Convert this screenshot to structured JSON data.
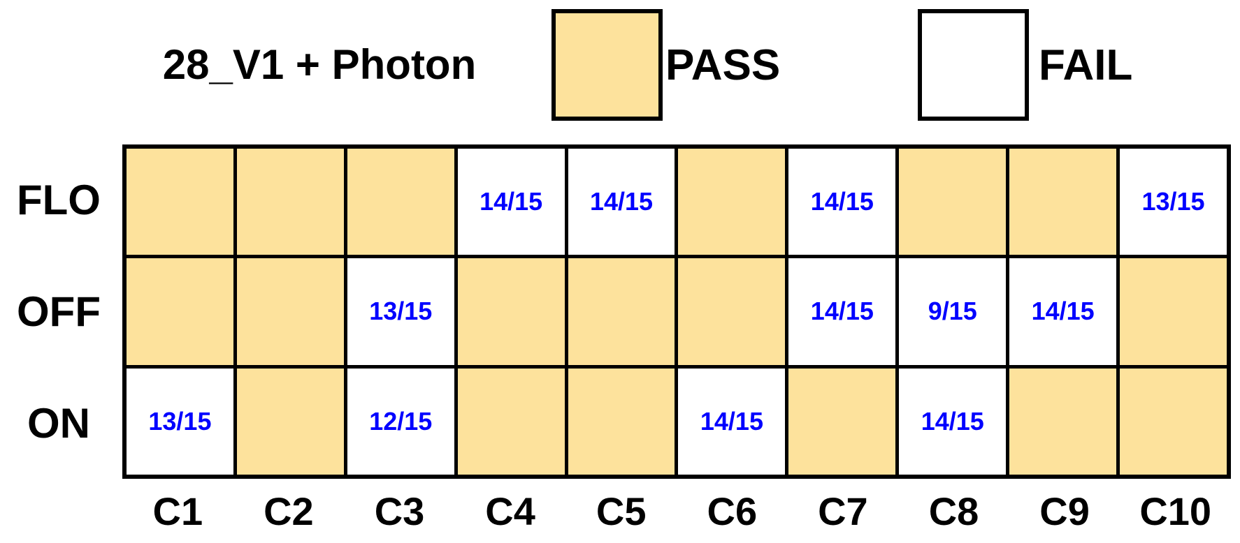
{
  "title": "28_V1 + Photon",
  "legend": {
    "pass_label": "PASS",
    "fail_label": "FAIL"
  },
  "colors": {
    "pass_fill": "#FDE29C",
    "fail_fill": "#FFFFFF",
    "grid_line": "#000000",
    "value_text": "#0000FF",
    "label_text": "#000000",
    "background": "#FFFFFF"
  },
  "chart_data": {
    "type": "heatmap",
    "title": "28_V1 + Photon",
    "rows": [
      "FLO",
      "OFF",
      "ON"
    ],
    "columns": [
      "C1",
      "C2",
      "C3",
      "C4",
      "C5",
      "C6",
      "C7",
      "C8",
      "C9",
      "C10"
    ],
    "legend": [
      {
        "label": "PASS",
        "swatch": "yellow-filled-square"
      },
      {
        "label": "FAIL",
        "swatch": "white-square"
      }
    ],
    "value_meaning": "failing cells are annotated with passing-trials fraction",
    "cells": [
      [
        {
          "status": "pass",
          "value": ""
        },
        {
          "status": "pass",
          "value": ""
        },
        {
          "status": "pass",
          "value": ""
        },
        {
          "status": "fail",
          "value": "14/15"
        },
        {
          "status": "fail",
          "value": "14/15"
        },
        {
          "status": "pass",
          "value": ""
        },
        {
          "status": "fail",
          "value": "14/15"
        },
        {
          "status": "pass",
          "value": ""
        },
        {
          "status": "pass",
          "value": ""
        },
        {
          "status": "fail",
          "value": "13/15"
        }
      ],
      [
        {
          "status": "pass",
          "value": ""
        },
        {
          "status": "pass",
          "value": ""
        },
        {
          "status": "fail",
          "value": "13/15"
        },
        {
          "status": "pass",
          "value": ""
        },
        {
          "status": "pass",
          "value": ""
        },
        {
          "status": "pass",
          "value": ""
        },
        {
          "status": "fail",
          "value": "14/15"
        },
        {
          "status": "fail",
          "value": "9/15"
        },
        {
          "status": "fail",
          "value": "14/15"
        },
        {
          "status": "pass",
          "value": ""
        }
      ],
      [
        {
          "status": "fail",
          "value": "13/15"
        },
        {
          "status": "pass",
          "value": ""
        },
        {
          "status": "fail",
          "value": "12/15"
        },
        {
          "status": "pass",
          "value": ""
        },
        {
          "status": "pass",
          "value": ""
        },
        {
          "status": "fail",
          "value": "14/15"
        },
        {
          "status": "pass",
          "value": ""
        },
        {
          "status": "fail",
          "value": "14/15"
        },
        {
          "status": "pass",
          "value": ""
        },
        {
          "status": "pass",
          "value": ""
        }
      ]
    ]
  }
}
